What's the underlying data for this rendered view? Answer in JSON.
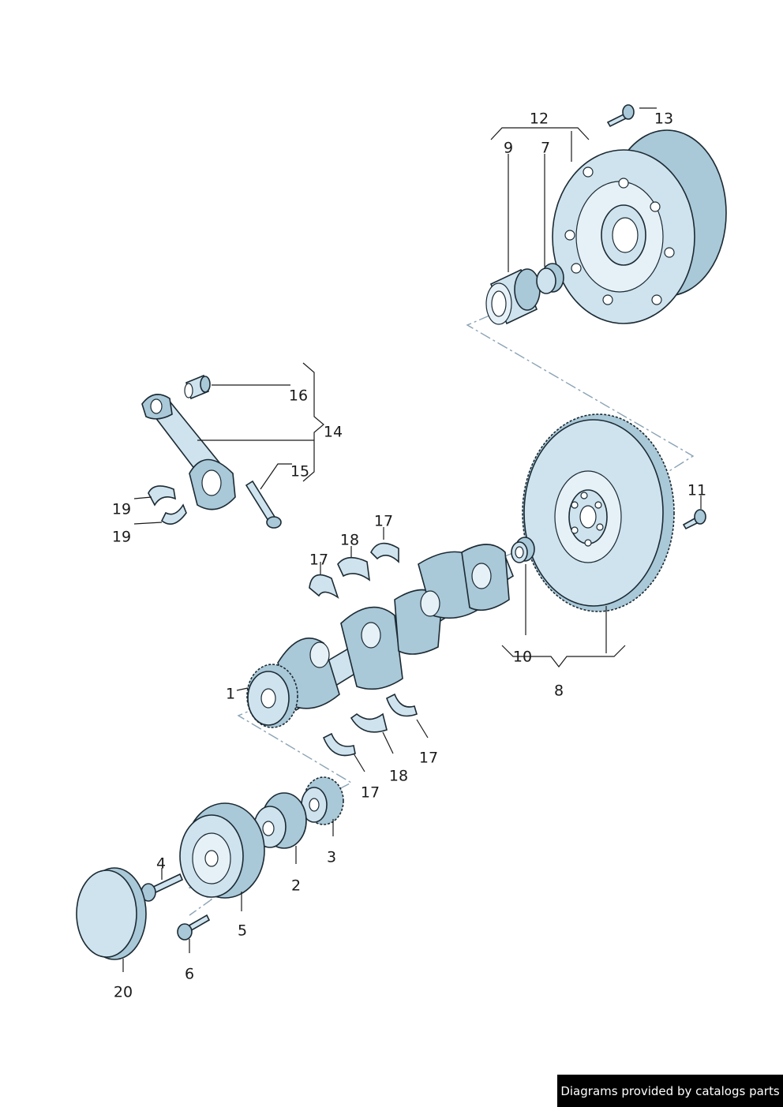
{
  "labels": {
    "p1": "1",
    "p2": "2",
    "p3": "3",
    "p4": "4",
    "p5": "5",
    "p6": "6",
    "p7": "7",
    "p8": "8",
    "p9": "9",
    "p10": "10",
    "p11": "11",
    "p12": "12",
    "p13": "13",
    "p14": "14",
    "p15": "15",
    "p16": "16",
    "p17a": "17",
    "p17b": "17",
    "p17c": "17",
    "p17d": "17",
    "p18a": "18",
    "p18b": "18",
    "p19a": "19",
    "p19b": "19",
    "p20": "20"
  },
  "credit": "Diagrams provided by catalogs parts",
  "colors": {
    "part_fill": "#cfe3ee",
    "part_stroke": "#1b2a33",
    "axis_line": "#8aa3b5"
  }
}
